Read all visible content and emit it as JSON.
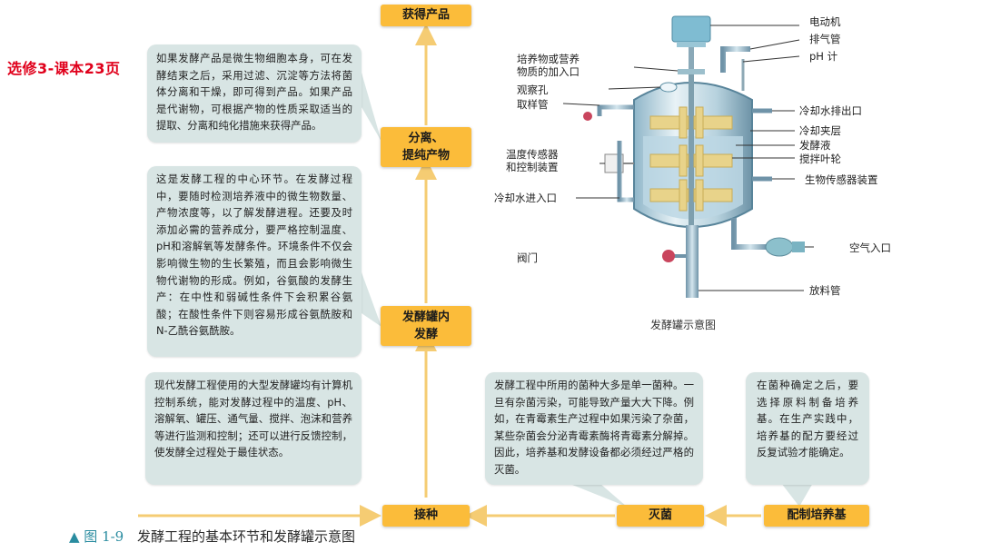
{
  "note": "选修3-课本23页",
  "flow": {
    "product": "获得产品",
    "separate": "分离、\n提纯产物",
    "ferment": "发酵罐内\n发酵",
    "inoculate": "接种",
    "sterilize": "灭菌",
    "medium": "配制培养基"
  },
  "texts": {
    "separate_desc": "如果发酵产品是微生物细胞本身，可在发酵结束之后，采用过滤、沉淀等方法将菌体分离和干燥，即可得到产品。如果产品是代谢物，可根据产物的性质采取适当的提取、分离和纯化措施来获得产品。",
    "ferment_desc": "这是发酵工程的中心环节。在发酵过程中，要随时检测培养液中的微生物数量、产物浓度等，以了解发酵进程。还要及时添加必需的营养成分，要严格控制温度、pH和溶解氧等发酵条件。环境条件不仅会影响微生物的生长繁殖，而且会影响微生物代谢物的形成。例如，谷氨酸的发酵生产：在中性和弱碱性条件下会积累谷氨酸；在酸性条件下则容易形成谷氨酰胺和N-乙酰谷氨酰胺。",
    "control_desc": "现代发酵工程使用的大型发酵罐均有计算机控制系统，能对发酵过程中的温度、pH、溶解氧、罐压、通气量、搅拌、泡沫和营养等进行监测和控制；还可以进行反馈控制，使发酵全过程处于最佳状态。",
    "sterilize_desc": "发酵工程中所用的菌种大多是单一菌种。一旦有杂菌污染，可能导致产量大大下降。例如，在青霉素生产过程中如果污染了杂菌，某些杂菌会分泌青霉素酶将青霉素分解掉。因此，培养基和发酵设备都必须经过严格的灭菌。",
    "medium_desc": "在菌种确定之后，要选择原料制备培养基。在生产实践中，培养基的配方要经过反复试验才能确定。"
  },
  "diagram": {
    "title": "发酵罐示意图",
    "labels": {
      "motor": "电动机",
      "exhaust": "排气管",
      "ph": "pH 计",
      "feed": "培养物或营养\n物质的加入口",
      "window": "观察孔",
      "sampling": "取样管",
      "coolout": "冷却水排出口",
      "jacket": "冷却夹层",
      "liquid": "发酵液",
      "impeller": "搅拌叶轮",
      "tempsensor": "温度传感器\n和控制装置",
      "biosensor": "生物传感器装置",
      "coolin": "冷却水进入口",
      "valve": "阀门",
      "airin": "空气入口",
      "discharge": "放料管"
    }
  },
  "caption": {
    "fig": "▲ 图 1-9",
    "text": "发酵工程的基本环节和发酵罐示意图"
  },
  "colors": {
    "orange": "#fbbc3a",
    "arrow": "#f5cc73",
    "panel": "#d8e5e4",
    "note": "#e0001b"
  }
}
